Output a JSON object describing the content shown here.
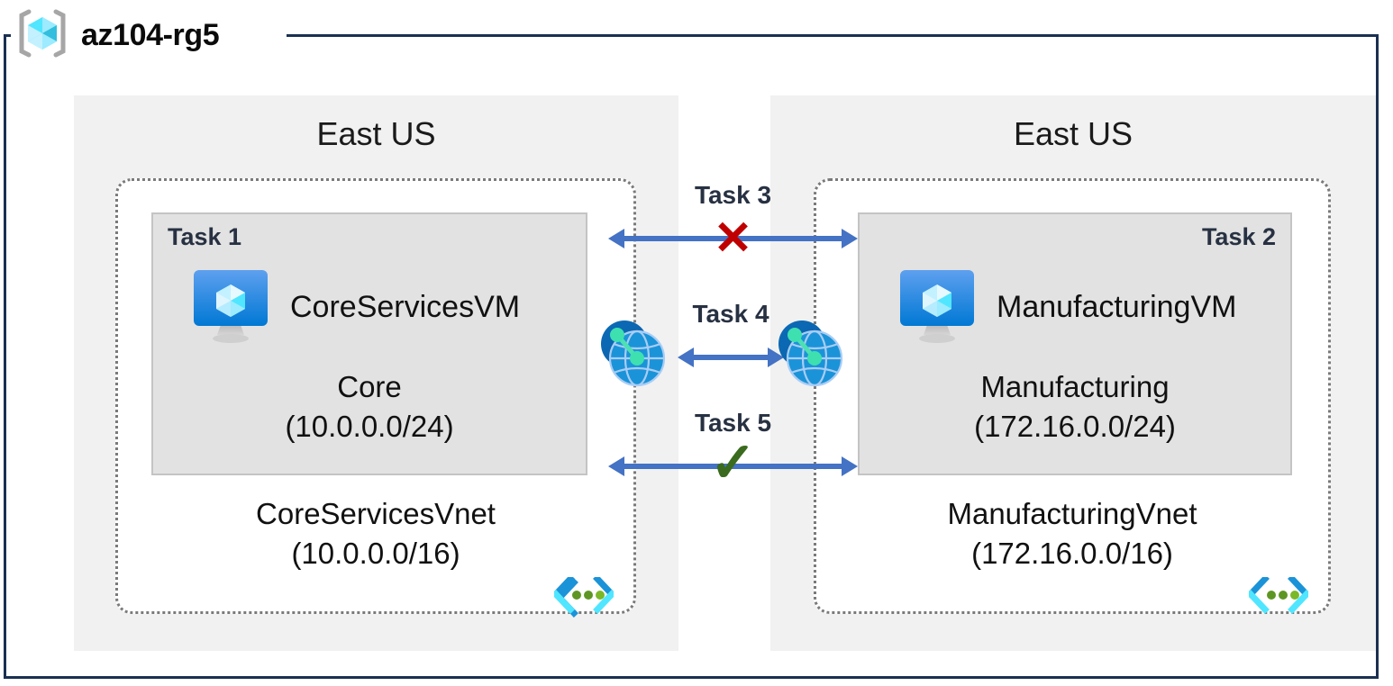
{
  "resource_group": {
    "name": "az104-rg5",
    "icon": "azure-resource-group-icon",
    "border_color": "#1a3052"
  },
  "regions": [
    {
      "id": "left",
      "label": "East US"
    },
    {
      "id": "right",
      "label": "East US"
    }
  ],
  "vnets": [
    {
      "id": "core",
      "name": "CoreServicesVnet",
      "cidr": "(10.0.0.0/16)",
      "icon": "virtual-network-icon",
      "subnet": {
        "task": "Task 1",
        "task_align": "left",
        "vm_name": "CoreServicesVM",
        "vm_icon": "virtual-machine-icon",
        "name": "Core",
        "cidr": "(10.0.0.0/24)"
      }
    },
    {
      "id": "manufacturing",
      "name": "ManufacturingVnet",
      "cidr": "(172.16.0.0/16)",
      "icon": "virtual-network-icon",
      "subnet": {
        "task": "Task 2",
        "task_align": "right",
        "vm_name": "ManufacturingVM",
        "vm_icon": "virtual-machine-icon",
        "name": "Manufacturing",
        "cidr": "(172.16.0.0/24)"
      }
    }
  ],
  "connections": [
    {
      "id": "task3",
      "label": "Task 3",
      "status_icon": "red-x-mark",
      "status_glyph": "✕",
      "status_color": "#c00000",
      "direction": "bidirectional"
    },
    {
      "id": "task4",
      "label": "Task 4",
      "status_icon": "none",
      "status_glyph": "",
      "status_color": "",
      "direction": "bidirectional"
    },
    {
      "id": "task5",
      "label": "Task 5",
      "status_icon": "green-check-mark",
      "status_glyph": "✓",
      "status_color": "#3a6b1e",
      "direction": "bidirectional"
    }
  ],
  "peerings": [
    {
      "id": "peering-left",
      "icon": "vnet-peering-icon"
    },
    {
      "id": "peering-right",
      "icon": "vnet-peering-icon"
    }
  ],
  "colors": {
    "arrow": "#4472c4",
    "region_bg": "#f1f1f1",
    "subnet_bg": "#e2e2e2",
    "frame": "#1a3052"
  }
}
